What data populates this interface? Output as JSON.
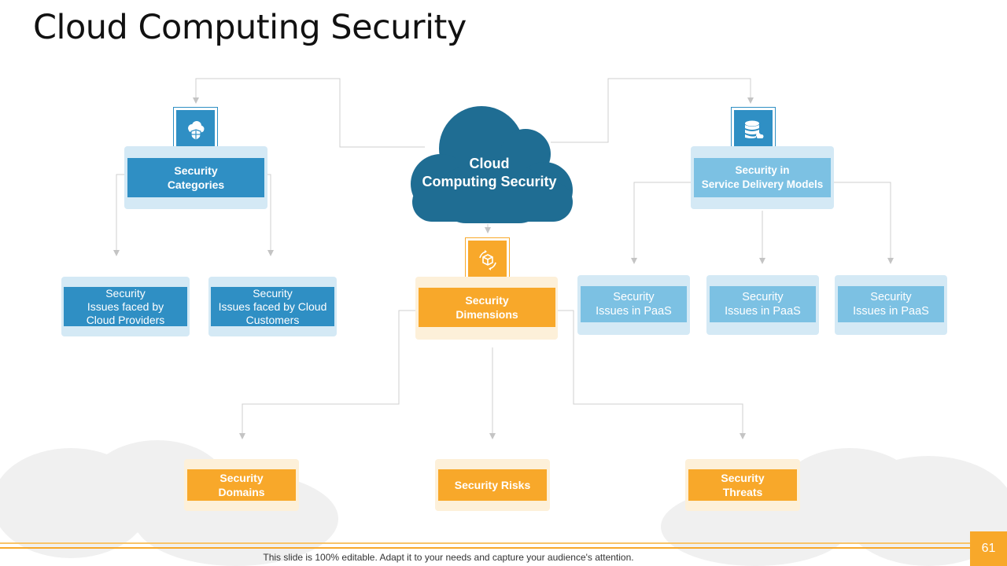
{
  "title": "Cloud Computing Security",
  "center": {
    "line1": "Cloud",
    "line2": "Computing Security"
  },
  "categories": {
    "label_line1": "Security",
    "label_line2": "Categories",
    "children": [
      {
        "line1": "Security",
        "line2": "Issues faced by",
        "line3": "Cloud Providers"
      },
      {
        "line1": "Security",
        "line2": "Issues faced by Cloud",
        "line3": "Customers"
      }
    ]
  },
  "dimensions": {
    "label_line1": "Security",
    "label_line2": "Dimensions",
    "children": [
      {
        "line1": "Security",
        "line2": "Domains"
      },
      {
        "line1": "Security Risks",
        "line2": ""
      },
      {
        "line1": "Security",
        "line2": "Threats"
      }
    ]
  },
  "delivery_models": {
    "label_line1": "Security in",
    "label_line2": "Service Delivery Models",
    "children": [
      {
        "line1": "Security",
        "line2": "Issues in PaaS"
      },
      {
        "line1": "Security",
        "line2": "Issues in PaaS"
      },
      {
        "line1": "Security",
        "line2": "Issues in PaaS"
      }
    ]
  },
  "icons": {
    "categories": "cloud-shield-icon",
    "dimensions": "box-cycle-icon",
    "delivery_models": "database-cloud-icon"
  },
  "colors": {
    "dark_blue": "#2f8fc4",
    "light_blue": "#7cc1e3",
    "cloud_blue": "#1f6d93",
    "orange": "#f8a82a"
  },
  "footer": {
    "text": "This slide is 100% editable. Adapt it to your needs and capture your audience's attention."
  },
  "page_number": "61"
}
